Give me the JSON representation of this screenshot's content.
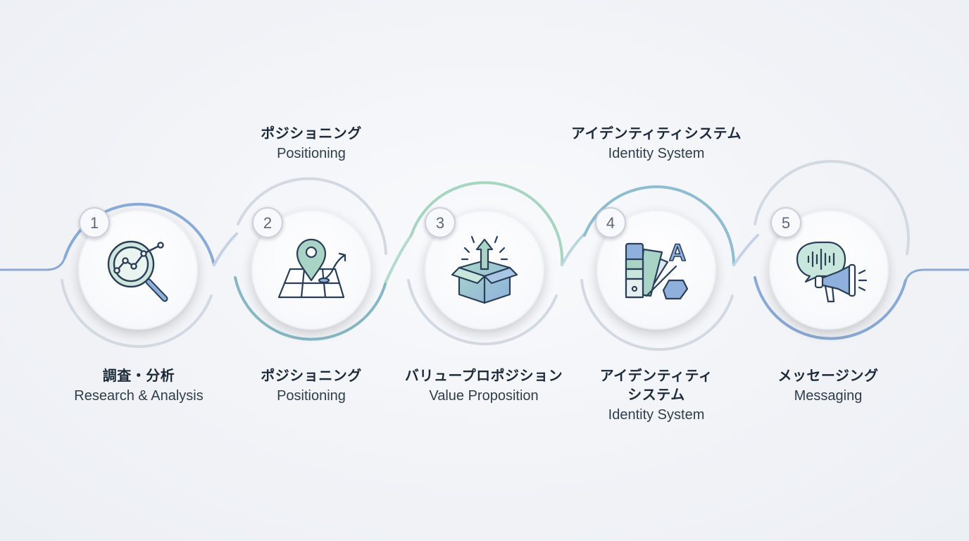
{
  "steps": [
    {
      "number": "1",
      "label_ja": "調査・分析",
      "label_en": "Research & Analysis",
      "icon": "magnifier-chart-icon",
      "arc_color": "#8aaad6"
    },
    {
      "number": "2",
      "label_ja": "ポジショニング",
      "label_en": "Positioning",
      "icon": "map-pin-icon",
      "arc_color": "#86b8c4"
    },
    {
      "number": "3",
      "label_ja": "バリュープロポジション",
      "label_en": "Value Proposition",
      "icon": "box-arrow-up-icon",
      "arc_color": "#a6d6bf"
    },
    {
      "number": "4",
      "label_ja_line1": "アイデンティティ",
      "label_ja_line2": "システム",
      "label_en": "Identity System",
      "icon": "color-swatch-font-icon",
      "arc_color": "#8ebdd0"
    },
    {
      "number": "5",
      "label_ja": "メッセージング",
      "label_en": "Messaging",
      "icon": "speech-megaphone-icon",
      "arc_color": "#8aaad6"
    }
  ],
  "top_labels": [
    {
      "label_ja": "ポジショニング",
      "label_en": "Positioning"
    },
    {
      "label_ja": "アイデンティティシステム",
      "label_en": "Identity System"
    }
  ],
  "colors": {
    "line_blue": "#8aaad6",
    "line_teal": "#86b8c4",
    "line_green": "#a6d6bf",
    "faint_track": "#d3d9e3",
    "icon_stroke": "#2a3f57",
    "icon_green": "#a9d4c5",
    "icon_blue": "#8fb0dc",
    "text_dark": "#1d2a3a"
  }
}
